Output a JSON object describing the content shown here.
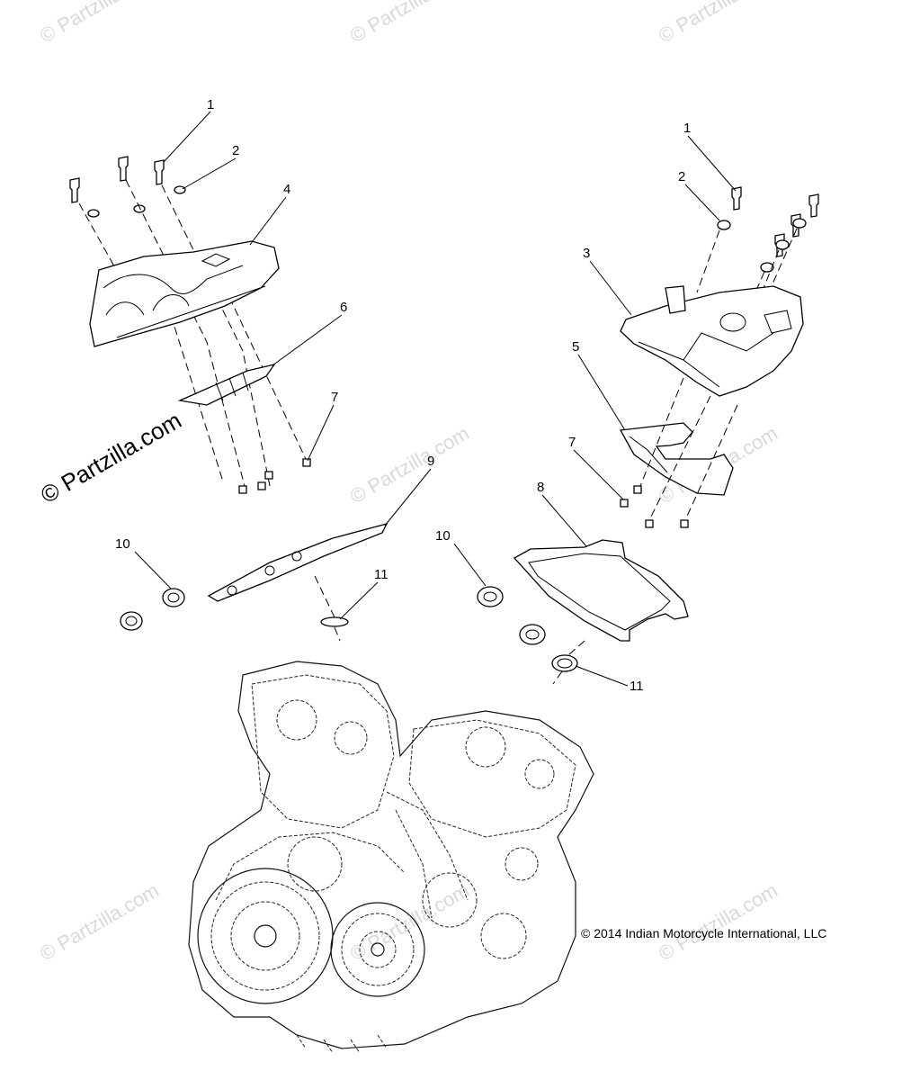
{
  "watermarks": {
    "site": "© Partzilla.com",
    "site_short": "Partzilla.com"
  },
  "copyright": "© 2014 Indian Motorcycle International, LLC",
  "callouts": {
    "left_1": "1",
    "left_2": "2",
    "left_4": "4",
    "left_6": "6",
    "left_7": "7",
    "left_9": "9",
    "left_10": "10",
    "left_11": "11",
    "right_1": "1",
    "right_2": "2",
    "right_3": "3",
    "right_5": "5",
    "right_7": "7",
    "right_8": "8",
    "right_10": "10",
    "right_11": "11"
  }
}
